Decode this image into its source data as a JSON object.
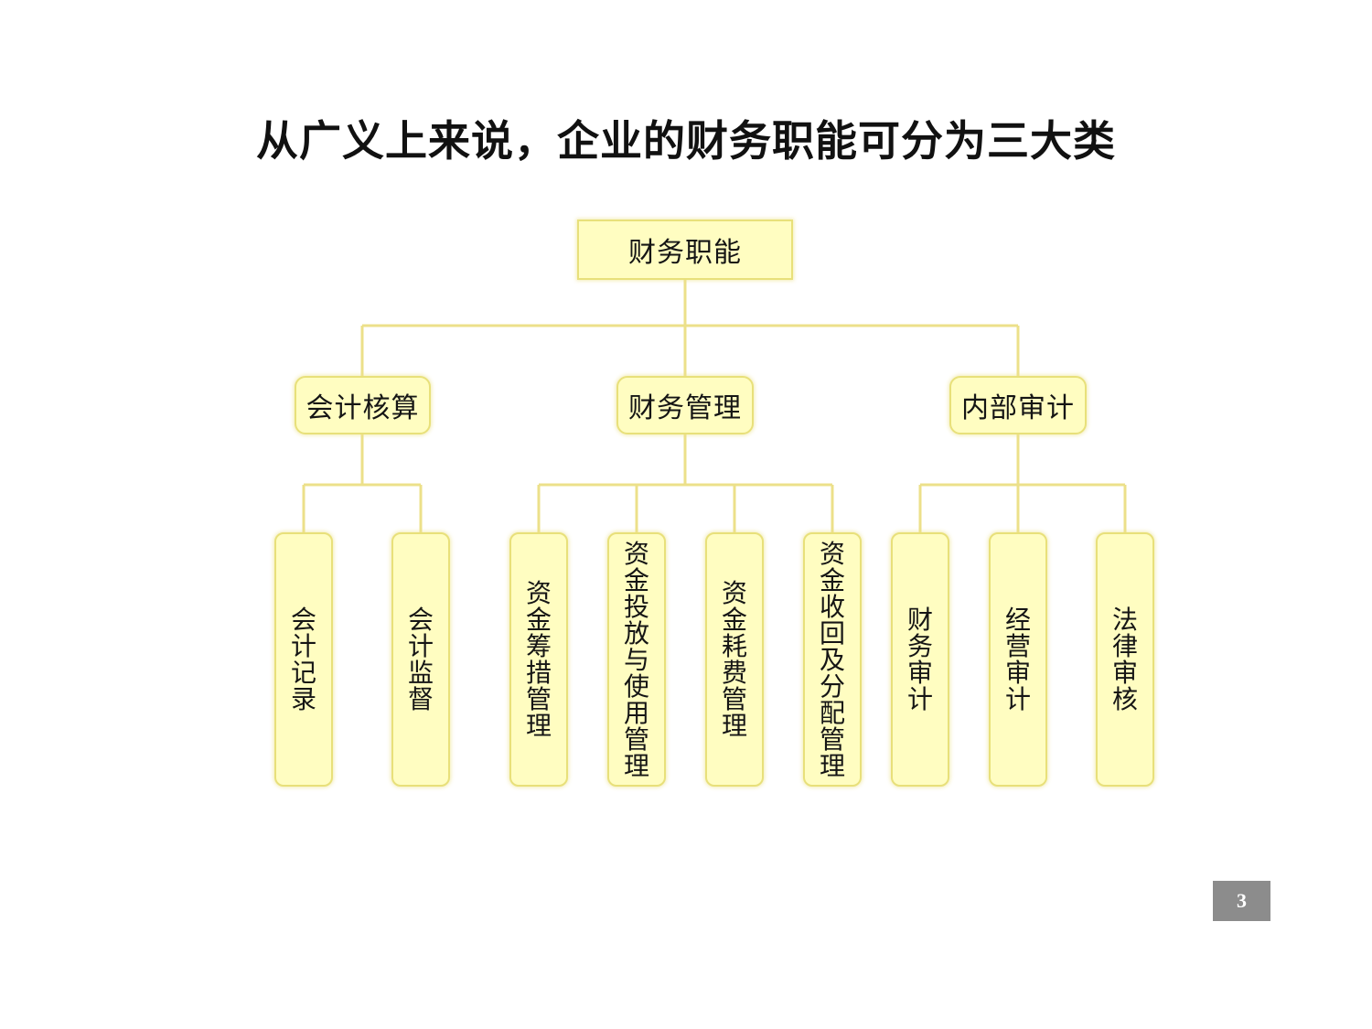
{
  "title": "从广义上来说，企业的财务职能可分为三大类",
  "colors": {
    "box_fill": "#fffdc1",
    "box_border": "#e8e07a",
    "connector": "#ece08a",
    "page_badge": "#8c8c8c"
  },
  "diagram": {
    "root": "财务职能",
    "branches": [
      {
        "label": "会计核算",
        "children": [
          "会计记录",
          "会计监督"
        ]
      },
      {
        "label": "财务管理",
        "children": [
          "资金筹措管理",
          "资金投放与使用管理",
          "资金耗费管理",
          "资金收回及分配管理"
        ]
      },
      {
        "label": "内部审计",
        "children": [
          "财务审计",
          "经营审计",
          "法律审核"
        ]
      }
    ]
  },
  "page_number": "3"
}
